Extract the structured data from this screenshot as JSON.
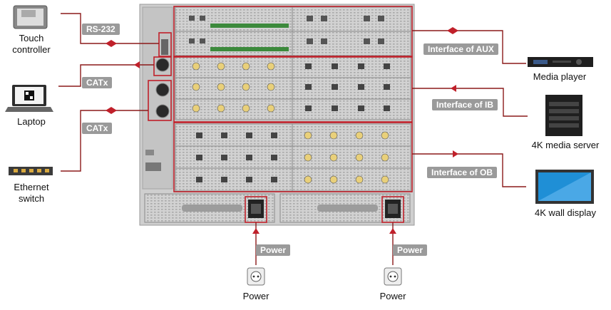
{
  "devices": {
    "touch_controller": "Touch\ncontroller",
    "laptop": "Laptop",
    "ethernet_switch": "Ethernet\nswitch",
    "media_player": "Media player",
    "media_server": "4K media server",
    "wall_display": "4K wall display",
    "power_left": "Power",
    "power_right": "Power"
  },
  "tags": {
    "rs232": "RS-232",
    "catx_1": "CATx",
    "catx_2": "CATx",
    "aux": "Interface of AUX",
    "ib": "Interface of IB",
    "ob": "Interface of OB",
    "power_left": "Power",
    "power_right": "Power"
  },
  "colors": {
    "line": "#8b1a1a",
    "highlight": "#c0202a",
    "tag_bg": "#9a9a9a",
    "chassis": "#d6d6d6"
  }
}
